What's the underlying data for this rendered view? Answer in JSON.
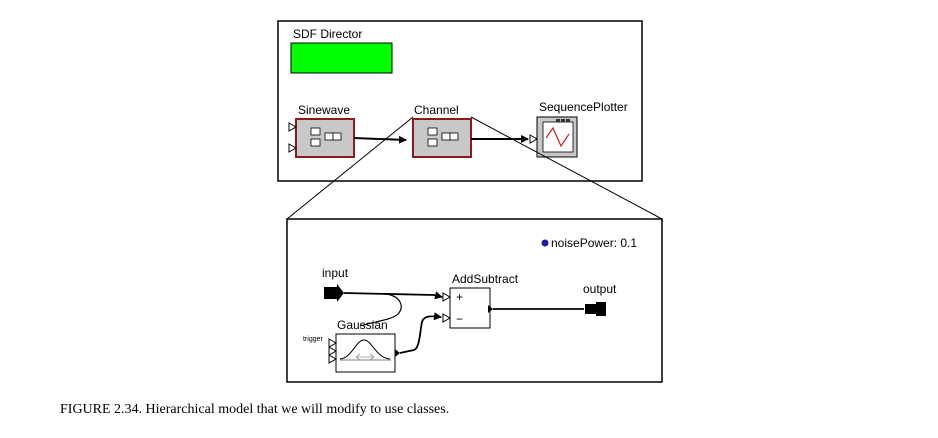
{
  "top_model": {
    "director_label": "SDF Director",
    "actors": [
      {
        "label": "Sinewave"
      },
      {
        "label": "Channel"
      },
      {
        "label": "SequencePlotter"
      }
    ]
  },
  "inner_model": {
    "parameter": "noisePower: 0.1",
    "input_label": "input",
    "output_label": "output",
    "adder_label": "AddSubtract",
    "adder_plus": "+",
    "adder_minus": "−",
    "gaussian_label": "Gaussian",
    "trigger_label": "trigger"
  },
  "colors": {
    "director": "#00ff00",
    "composite_border": "#8b1a1a",
    "actor_fill": "#c8c8c8",
    "parameter_dot": "#1a1aaa"
  },
  "caption": "FIGURE 2.34.  Hierarchical model that we will modify to use classes."
}
